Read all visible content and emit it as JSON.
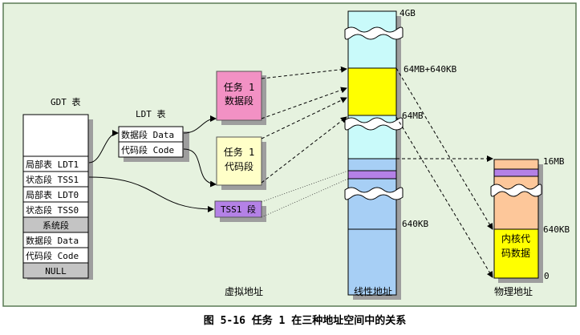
{
  "gdt": {
    "title": "GDT 表",
    "entries": [
      "局部表 LDT1",
      "状态段 TSS1",
      "局部表 LDT0",
      "状态段 TSS0",
      "系统段",
      "数据段 Data",
      "代码段 Code",
      "NULL"
    ]
  },
  "ldt": {
    "title": "LDT 表",
    "entries": [
      "数据段 Data",
      "代码段 Code"
    ]
  },
  "virtual": {
    "data_seg": [
      "任务 1",
      "数据段"
    ],
    "code_seg": [
      "任务 1",
      "代码段"
    ],
    "tss": "TSS1 段",
    "label": "虚拟地址"
  },
  "linear": {
    "label": "线性地址",
    "marks": {
      "top": "4GB",
      "upper": "64MB+640KB",
      "mid": "64MB",
      "low": "640KB"
    }
  },
  "physical": {
    "label": "物理地址",
    "kernel": [
      "内核代",
      "码数据"
    ],
    "marks": {
      "top": "16MB",
      "mid": "640KB",
      "zero": "0"
    }
  },
  "caption": "图 5-16 任务 1 在三种地址空间中的关系",
  "colors": {
    "background": "#e6f2df",
    "frame": "#5a7a55",
    "gdt_empty": "#ffffff",
    "gdt_gray": "#c4c4c4",
    "data_pink": "#f291c4",
    "code_yellow": "#ffffc8",
    "tss_purple": "#b481e6",
    "linear_cyan": "#c9fafa",
    "linear_yellow": "#ffff00",
    "linear_blue": "#a7cff5",
    "phys_peach": "#fdc79a",
    "phys_yellow": "#ffff00",
    "shadow": "#9e9e9e"
  }
}
